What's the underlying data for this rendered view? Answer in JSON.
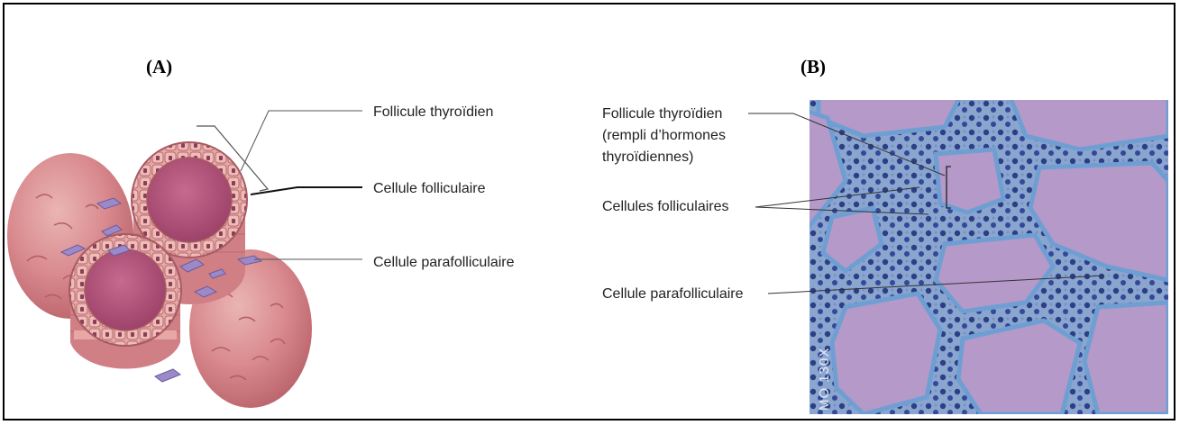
{
  "panel_a": {
    "label": "(A)",
    "callouts": {
      "follicle": "Follicule thyroïdien",
      "follicular_cell": "Cellule folliculaire",
      "parafollicular_cell": "Cellule parafolliculaire"
    }
  },
  "panel_b": {
    "label": "(B)",
    "callouts": {
      "follicle_line1": "Follicule thyroïdien",
      "follicle_line2": "(rempli d’hormones",
      "follicle_line3": "thyroïdiennes)",
      "follicular_cells": "Cellules folliculaires",
      "parafollicular_cell": "Cellule parafolliculaire"
    },
    "magnification": "MO 130X"
  },
  "colors": {
    "follicle_pink": "#d98a8e",
    "colloid": "#b5527a",
    "cell_purple": "#9c8ac8",
    "stain_background": "#8aa6cf",
    "stain_colloid": "#b499c9"
  }
}
